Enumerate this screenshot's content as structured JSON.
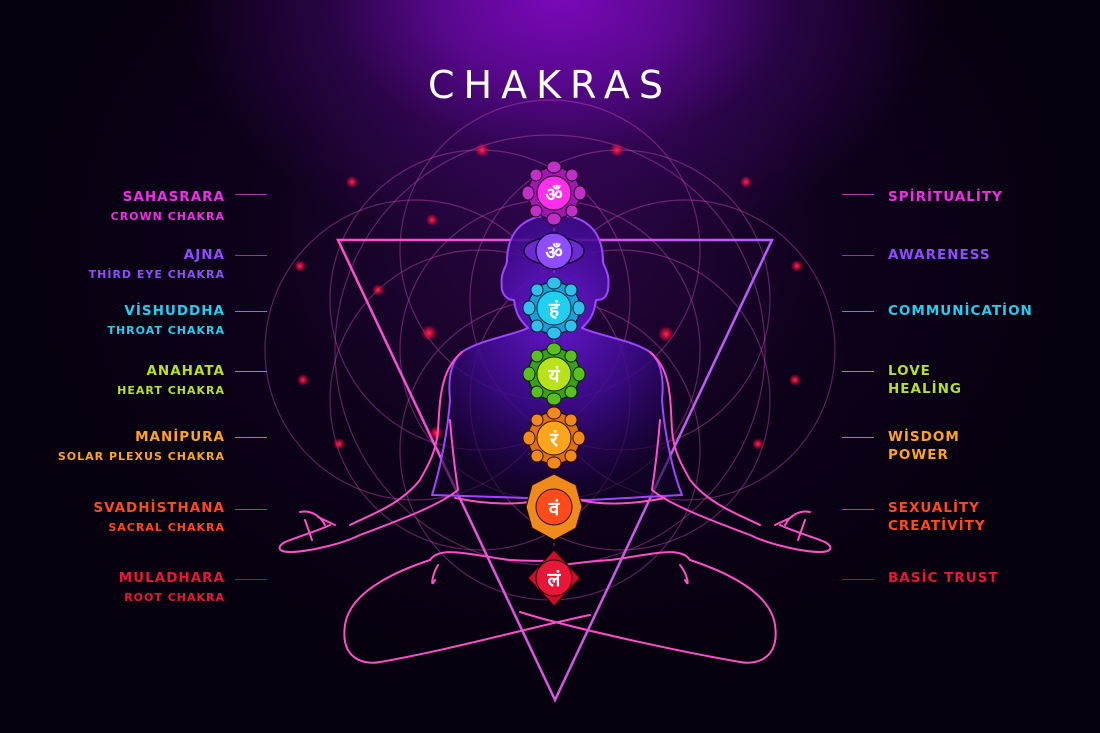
{
  "title": "CHAKRAS",
  "colors": {
    "background": "#07000f",
    "glow": "#7a08b8",
    "outline": "#ff4fc8",
    "triangle_left": "#ff4fc8",
    "triangle_right": "#b55cff"
  },
  "chakras": [
    {
      "name": "SAHASRARA",
      "subtitle": "CROWN CHAKRA",
      "meaning": [
        "SPİRİTUALİTY"
      ],
      "color": "#ee2ee8",
      "symbol": "ॐ",
      "icon": "lotus-crown-icon"
    },
    {
      "name": "AJNA",
      "subtitle": "THİRD EYE CHAKRA",
      "meaning": [
        "AWARENESS"
      ],
      "color": "#8e4dff",
      "symbol": "ॐ",
      "icon": "third-eye-icon"
    },
    {
      "name": "VİSHUDDHA",
      "subtitle": "THROAT CHAKRA",
      "meaning": [
        "COMMUNİCATİON"
      ],
      "color": "#1fd0f0",
      "symbol": "हं",
      "icon": "throat-lotus-icon"
    },
    {
      "name": "ANAHATA",
      "subtitle": "HEART CHAKRA",
      "meaning": [
        "LOVE",
        "HEALİNG"
      ],
      "color": "#b8e21a",
      "symbol": "यं",
      "icon": "heart-lotus-icon"
    },
    {
      "name": "MANİPURA",
      "subtitle": "SOLAR PLEXUS CHAKRA",
      "meaning": [
        "WİSDOM",
        "POWER"
      ],
      "color": "#ffa51c",
      "symbol": "रं",
      "icon": "solar-lotus-icon"
    },
    {
      "name": "SVADHİSTHANA",
      "subtitle": "SACRAL CHAKRA",
      "meaning": [
        "SEXUALİTY",
        "CREATİVİTY"
      ],
      "color": "#ff4a1c",
      "symbol": "वं",
      "icon": "sacral-lotus-icon"
    },
    {
      "name": "MULADHARA",
      "subtitle": "ROOT CHAKRA",
      "meaning": [
        "BASİC TRUST"
      ],
      "color": "#e8173a",
      "symbol": "लं",
      "icon": "root-lotus-icon"
    }
  ]
}
